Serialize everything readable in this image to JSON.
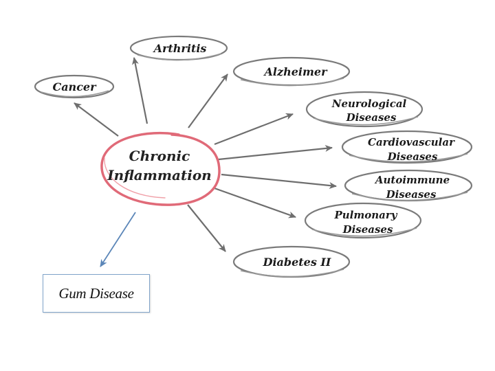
{
  "center": {
    "line1": "Chronic",
    "line2": "Inflammation",
    "ring_color": "#e06a78"
  },
  "nodes": {
    "cancer": [
      "Cancer"
    ],
    "arthritis": [
      "Arthritis"
    ],
    "alzheimer": [
      "Alzheimer"
    ],
    "neurological": [
      "Neurological",
      "Diseases"
    ],
    "cardiovascular": [
      "Cardiovascular",
      "Diseases"
    ],
    "autoimmune": [
      "Autoimmune",
      "Diseases"
    ],
    "pulmonary": [
      "Pulmonary",
      "Diseases"
    ],
    "diabetes": [
      "Diabetes II"
    ]
  },
  "gum_box": {
    "label": "Gum Disease",
    "arrow_color": "#5b86b8"
  },
  "colors": {
    "arrow": "#6e6e6e",
    "ellipse_stroke": "#7a7a7a"
  }
}
